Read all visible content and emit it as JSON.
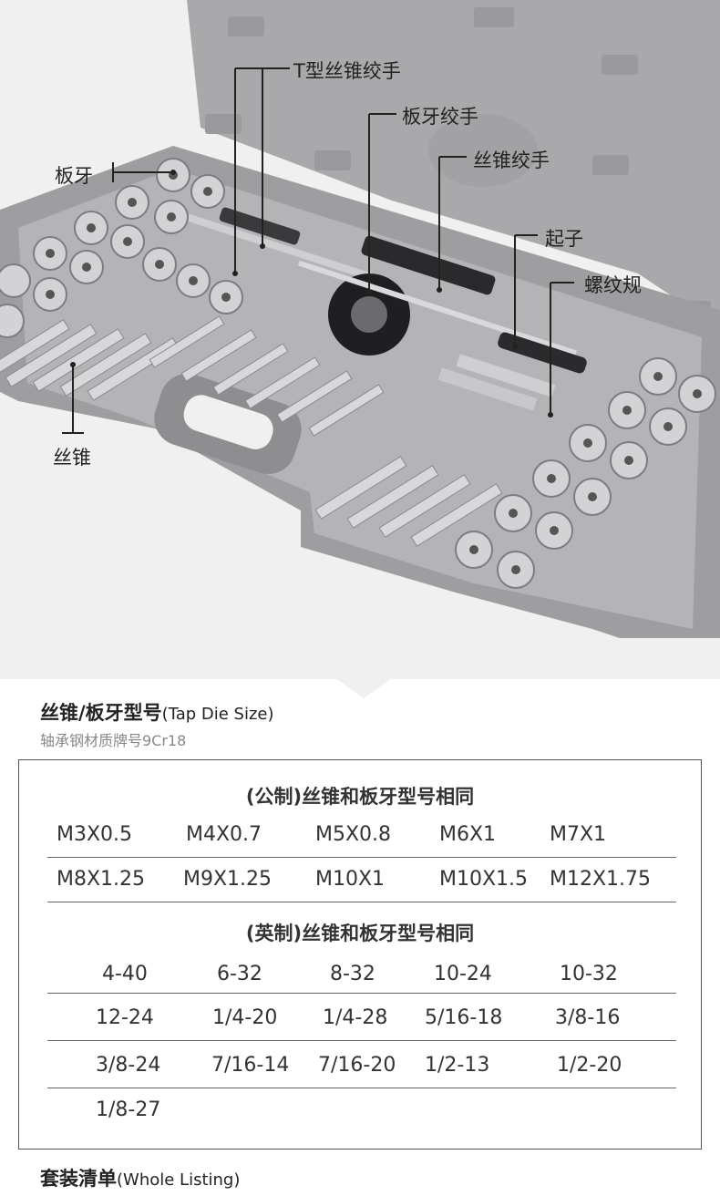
{
  "callouts": {
    "t_wrench": "T型丝锥绞手",
    "die_wrench": "板牙绞手",
    "tap_wrench": "丝锥绞手",
    "screwdriver": "起子",
    "thread_gauge": "螺纹规",
    "die": "板牙",
    "tap": "丝锥"
  },
  "size_section": {
    "title": "丝锥/板牙型号",
    "title_en": "(Tap Die Size)",
    "subtitle": "轴承钢材质牌号9Cr18"
  },
  "metric": {
    "title": "(公制)丝锥和板牙型号相同",
    "rows": [
      [
        "M3X0.5",
        "M4X0.7",
        "M5X0.8",
        "M6X1",
        "M7X1"
      ],
      [
        "M8X1.25",
        "M9X1.25",
        "M10X1",
        "M10X1.5",
        "M12X1.75"
      ]
    ]
  },
  "imperial": {
    "title": "(英制)丝锥和板牙型号相同",
    "rows": [
      [
        "4-40",
        "6-32",
        "8-32",
        "10-24",
        "10-32"
      ],
      [
        "12-24",
        "1/4-20",
        "1/4-28",
        "5/16-18",
        "3/8-16"
      ],
      [
        "3/8-24",
        "7/16-14",
        "7/16-20",
        "1/2-13",
        "1/2-20"
      ],
      [
        "1/8-27"
      ]
    ]
  },
  "listing_section": {
    "title": "套装清单",
    "title_en": "(Whole Listing)"
  }
}
